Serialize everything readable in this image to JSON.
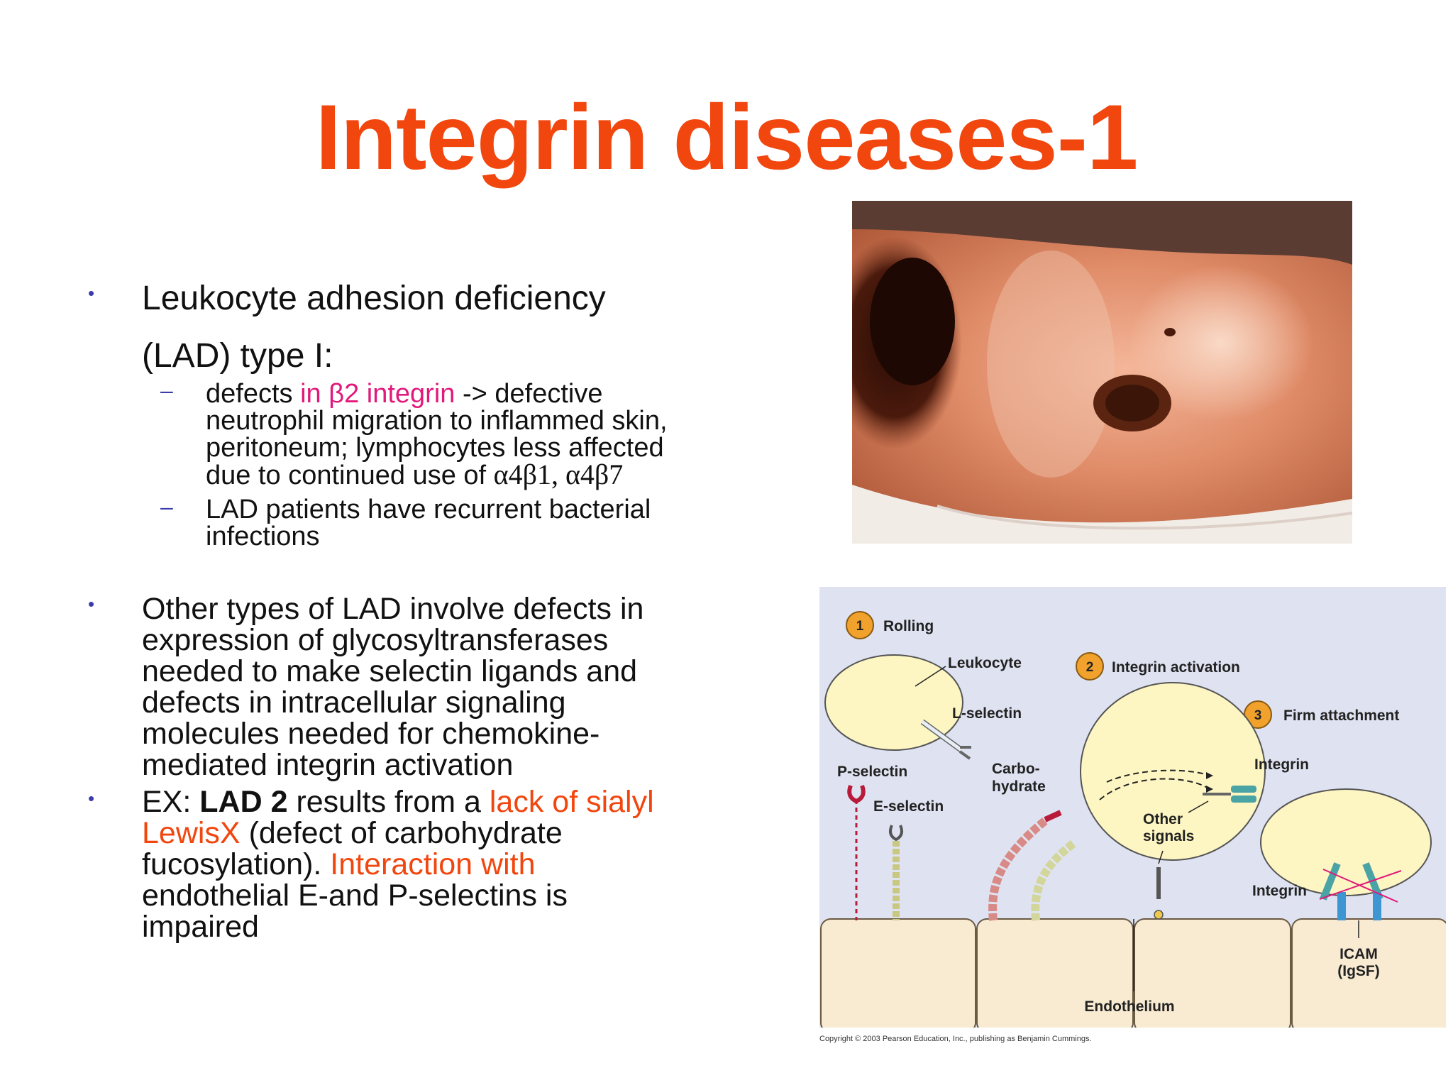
{
  "slide": {
    "title": "Integrin diseases-1",
    "bullet1": {
      "line1": "Leukocyte adhesion deficiency",
      "line2": "(LAD) type I:",
      "sub1": {
        "a": "defects ",
        "b": "in β2 integrin",
        "c": " -> defective",
        "line2": "neutrophil migration to inflammed skin,",
        "line3": "peritoneum; lymphocytes less affected",
        "line4a": "due to continued use of ",
        "line4b": "α4β1, α4β7"
      },
      "sub2": {
        "line1": "LAD patients have recurrent bacterial",
        "line2": "infections"
      }
    },
    "bullet2": {
      "lines": [
        "Other types of LAD involve defects in",
        "expression of glycosyltransferases",
        "needed to make selectin ligands and",
        "defects in intracellular signaling",
        "molecules needed for chemokine-",
        "mediated integrin activation"
      ]
    },
    "bullet3": {
      "l1a": "EX: ",
      "l1b": "LAD 2",
      "l1c": " results from a ",
      "l1d": "lack of sialyl",
      "l2a": "LewisX",
      "l2b": " (defect of carbohydrate",
      "l3a": "fucosylation). ",
      "l3b": "Interaction with",
      "l4": "endothelial E-and P-selectins is",
      "l5": "impaired"
    }
  },
  "diagram": {
    "step1_num": "1",
    "step1": "Rolling",
    "step2_num": "2",
    "step2": "Integrin activation",
    "step3_num": "3",
    "step3": "Firm attachment",
    "leukocyte": "Leukocyte",
    "l_selectin": "L-selectin",
    "p_selectin": "P-selectin",
    "e_selectin": "E-selectin",
    "carbo1": "Carbo-",
    "carbo2": "hydrate",
    "integrin_top": "Integrin",
    "other1": "Other",
    "other2": "signals",
    "integrin_bottom": "Integrin",
    "icam1": "ICAM",
    "icam2": "(IgSF)",
    "endothelium": "Endothelium",
    "copyright": "Copyright © 2003 Pearson Education, Inc., publishing as Benjamin Cummings."
  },
  "colors": {
    "title": "#f2460f",
    "highlight_magenta": "#e2197b",
    "highlight_red": "#f2460f",
    "bullet": "#3b3bb0",
    "diagram_bg": "#dfe3f1",
    "cell_fill": "#fdf6c3",
    "endothelium_fill": "#f8ebd2",
    "step_circle": "#f0a22c"
  }
}
